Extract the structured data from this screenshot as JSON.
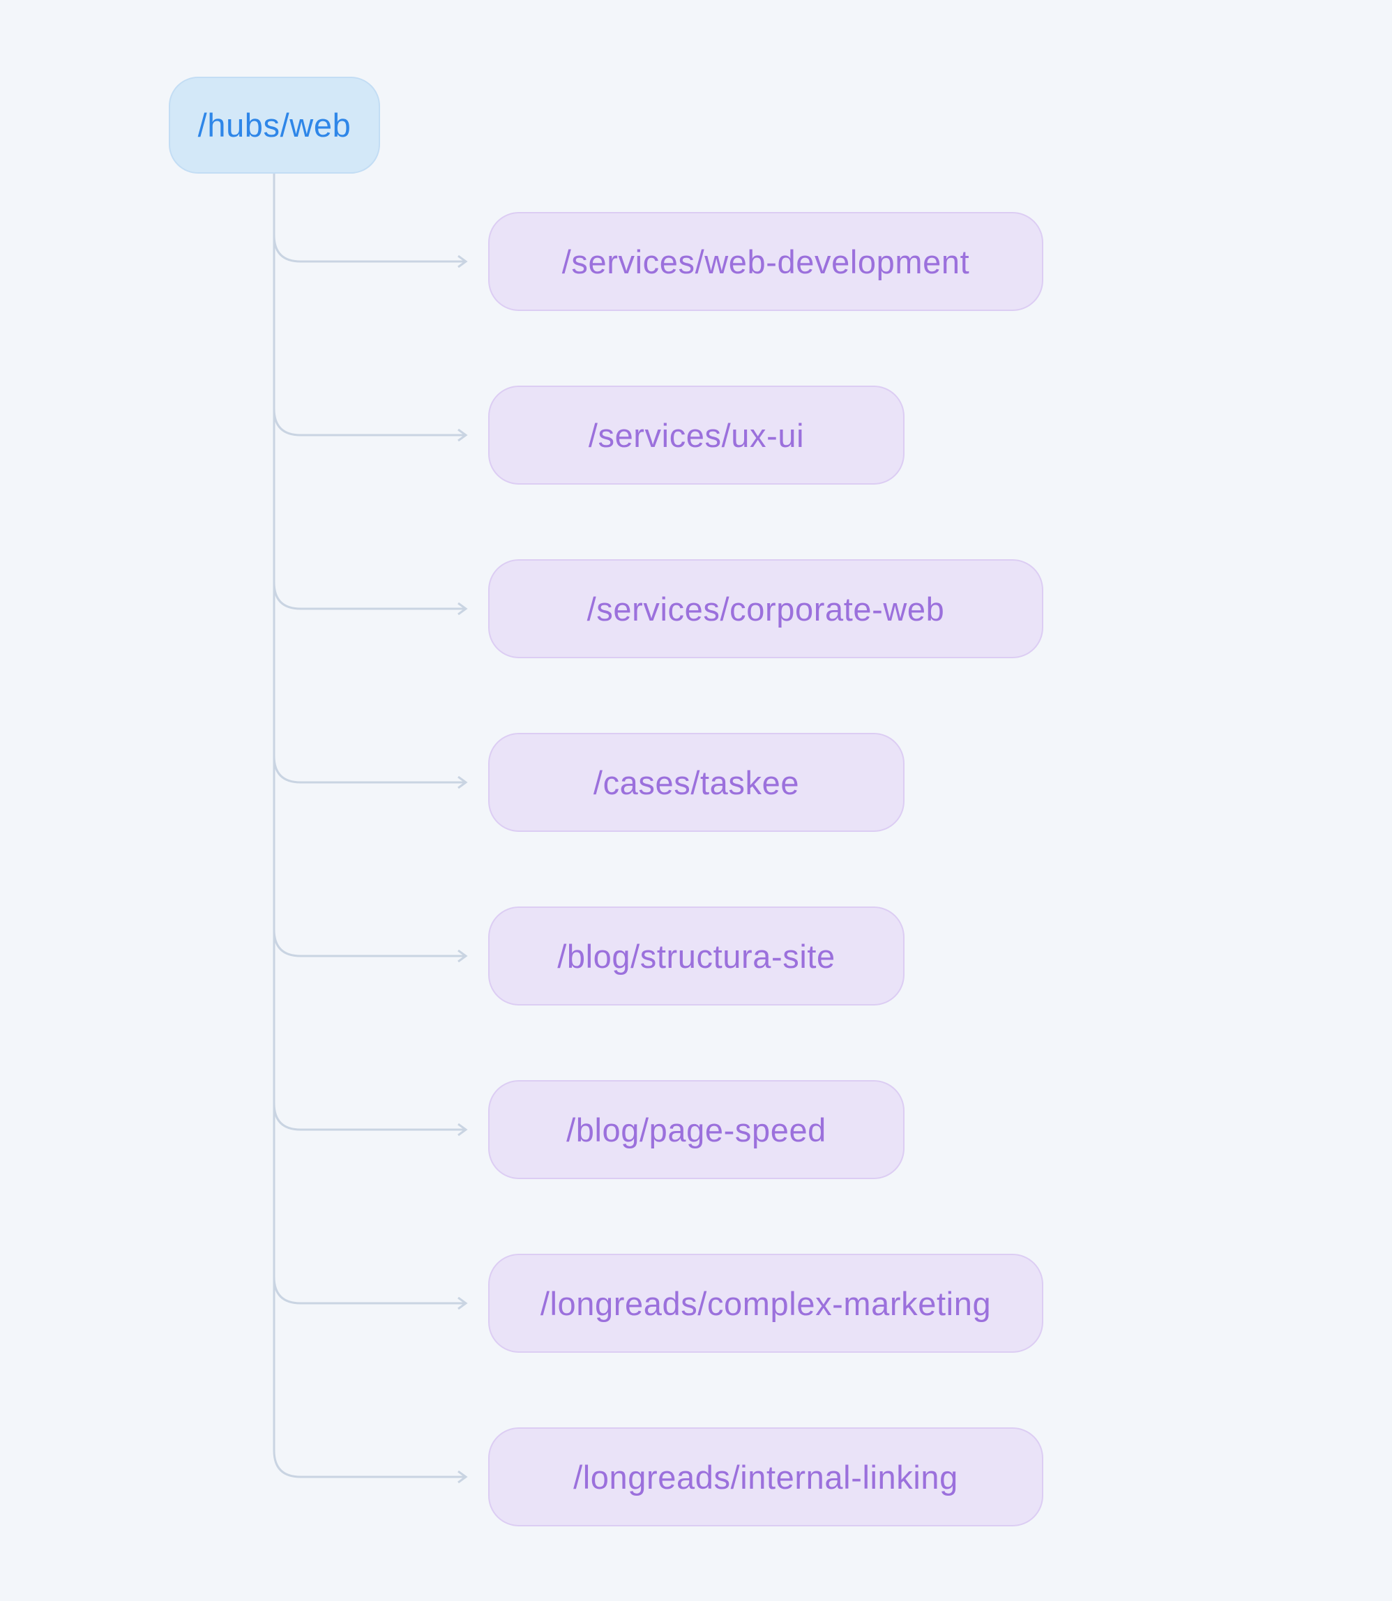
{
  "diagram": {
    "type": "sitemap-tree",
    "background_color": "#f3f6fa",
    "connector_color": "#c9d4e2",
    "root": {
      "label": "/hubs/web",
      "fill": "#d3e8f8",
      "text_color": "#2e86e8"
    },
    "child_fill": "#eae3f8",
    "child_text_color": "#9b70dc",
    "children": [
      {
        "label": "/services/web-development"
      },
      {
        "label": "/services/ux-ui"
      },
      {
        "label": "/services/corporate-web"
      },
      {
        "label": "/cases/taskee"
      },
      {
        "label": "/blog/structura-site"
      },
      {
        "label": "/blog/page-speed"
      },
      {
        "label": "/longreads/complex-marketing"
      },
      {
        "label": "/longreads/internal-linking"
      }
    ]
  }
}
